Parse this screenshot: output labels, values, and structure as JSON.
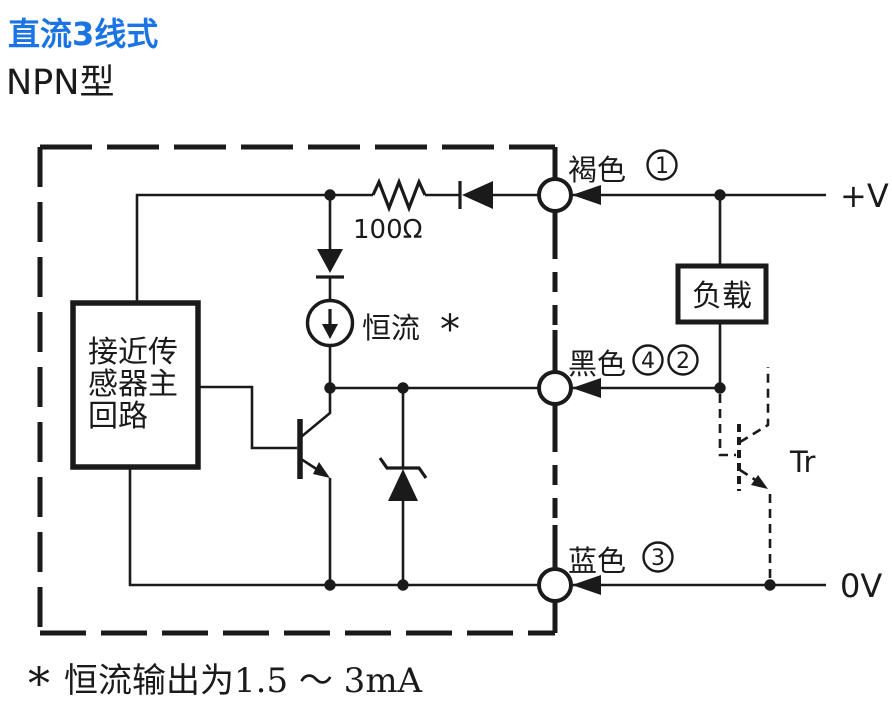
{
  "header": {
    "title": "直流3线式",
    "subtitle": "NPN型"
  },
  "circuit": {
    "sensor_box": {
      "line1": "接近传",
      "line2": "感器主",
      "line3": "回路"
    },
    "resistor_label": "100Ω",
    "constant_current": {
      "label": "恒流",
      "star": "*"
    },
    "load_label": "负载",
    "external_transistor_label": "Tr",
    "supply_positive": "+V",
    "supply_negative": "0V",
    "terminals": {
      "brown": {
        "name": "褐色",
        "pin": "1"
      },
      "black": {
        "name": "黑色",
        "pin_a": "4",
        "pin_b": "2"
      },
      "blue": {
        "name": "蓝色",
        "pin": "3"
      }
    }
  },
  "footnote": {
    "star": "*",
    "text": "恒流输出为1.5 ～ 3mA"
  },
  "colors": {
    "title_blue": "#1b74e4",
    "line_black": "#1a1a1a"
  }
}
